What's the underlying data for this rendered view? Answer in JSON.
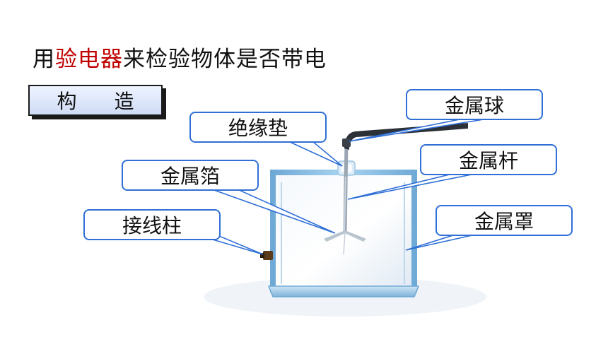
{
  "title": {
    "prefix": "用",
    "highlight": "验电器",
    "suffix": "来检验物体是否带电"
  },
  "section_label": "构 造",
  "callouts": {
    "metal_ball": "金属球",
    "insulating_pad": "绝缘垫",
    "metal_foil": "金属箔",
    "metal_rod": "金属杆",
    "terminal_post": "接线柱",
    "metal_cover": "金属罩"
  },
  "colors": {
    "highlight": "#c00000",
    "callout_border": "#2f6fd6",
    "frame": "#8fc3e6"
  }
}
